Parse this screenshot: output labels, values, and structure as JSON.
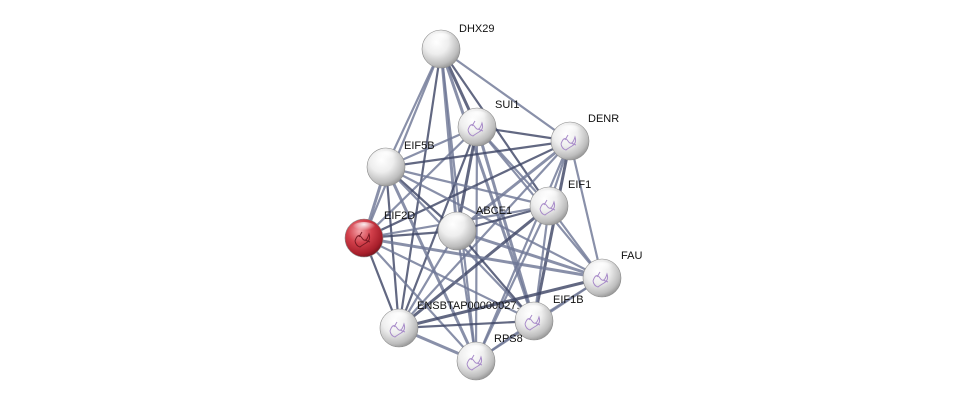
{
  "network": {
    "nodes": [
      {
        "id": "DHX29",
        "label": "DHX29",
        "color": "#e8e8e8",
        "structure": false
      },
      {
        "id": "SUI1",
        "label": "SUI1",
        "color": "#e8e8e8",
        "structure": true
      },
      {
        "id": "DENR",
        "label": "DENR",
        "color": "#e8e8e8",
        "structure": true
      },
      {
        "id": "EIF5B",
        "label": "EIF5B",
        "color": "#e8e8e8",
        "structure": false
      },
      {
        "id": "EIF1",
        "label": "EIF1",
        "color": "#e8e8e8",
        "structure": true
      },
      {
        "id": "ABCE1",
        "label": "ABCE1",
        "color": "#e8e8e8",
        "structure": false
      },
      {
        "id": "EIF2D",
        "label": "EIF2D",
        "color": "#c8303b",
        "structure": true
      },
      {
        "id": "FAU",
        "label": "FAU",
        "color": "#e8e8e8",
        "structure": true
      },
      {
        "id": "ENSBTAP",
        "label": "ENSBTAP00000027...",
        "color": "#e8e8e8",
        "structure": true
      },
      {
        "id": "EIF1B",
        "label": "EIF1B",
        "color": "#e8e8e8",
        "structure": true
      },
      {
        "id": "RPS8",
        "label": "RPS8",
        "color": "#e8e8e8",
        "structure": true
      }
    ],
    "edges": [
      [
        "DHX29",
        "SUI1"
      ],
      [
        "DHX29",
        "DENR"
      ],
      [
        "DHX29",
        "EIF5B"
      ],
      [
        "DHX29",
        "EIF1"
      ],
      [
        "DHX29",
        "ABCE1"
      ],
      [
        "DHX29",
        "EIF2D"
      ],
      [
        "DHX29",
        "ENSBTAP"
      ],
      [
        "DHX29",
        "RPS8"
      ],
      [
        "DHX29",
        "EIF1B"
      ],
      [
        "SUI1",
        "DENR"
      ],
      [
        "SUI1",
        "EIF5B"
      ],
      [
        "SUI1",
        "EIF1"
      ],
      [
        "SUI1",
        "ABCE1"
      ],
      [
        "SUI1",
        "EIF2D"
      ],
      [
        "SUI1",
        "FAU"
      ],
      [
        "SUI1",
        "ENSBTAP"
      ],
      [
        "SUI1",
        "EIF1B"
      ],
      [
        "SUI1",
        "RPS8"
      ],
      [
        "DENR",
        "EIF5B"
      ],
      [
        "DENR",
        "EIF1"
      ],
      [
        "DENR",
        "ABCE1"
      ],
      [
        "DENR",
        "EIF2D"
      ],
      [
        "DENR",
        "FAU"
      ],
      [
        "DENR",
        "ENSBTAP"
      ],
      [
        "DENR",
        "EIF1B"
      ],
      [
        "DENR",
        "RPS8"
      ],
      [
        "EIF5B",
        "EIF1"
      ],
      [
        "EIF5B",
        "ABCE1"
      ],
      [
        "EIF5B",
        "EIF2D"
      ],
      [
        "EIF5B",
        "FAU"
      ],
      [
        "EIF5B",
        "ENSBTAP"
      ],
      [
        "EIF5B",
        "EIF1B"
      ],
      [
        "EIF5B",
        "RPS8"
      ],
      [
        "EIF1",
        "ABCE1"
      ],
      [
        "EIF1",
        "EIF2D"
      ],
      [
        "EIF1",
        "FAU"
      ],
      [
        "EIF1",
        "ENSBTAP"
      ],
      [
        "EIF1",
        "EIF1B"
      ],
      [
        "EIF1",
        "RPS8"
      ],
      [
        "ABCE1",
        "EIF2D"
      ],
      [
        "ABCE1",
        "FAU"
      ],
      [
        "ABCE1",
        "ENSBTAP"
      ],
      [
        "ABCE1",
        "EIF1B"
      ],
      [
        "ABCE1",
        "RPS8"
      ],
      [
        "EIF2D",
        "FAU"
      ],
      [
        "EIF2D",
        "ENSBTAP"
      ],
      [
        "EIF2D",
        "EIF1B"
      ],
      [
        "EIF2D",
        "RPS8"
      ],
      [
        "FAU",
        "ENSBTAP"
      ],
      [
        "FAU",
        "EIF1B"
      ],
      [
        "FAU",
        "RPS8"
      ],
      [
        "ENSBTAP",
        "EIF1B"
      ],
      [
        "ENSBTAP",
        "RPS8"
      ],
      [
        "EIF1B",
        "RPS8"
      ]
    ]
  }
}
